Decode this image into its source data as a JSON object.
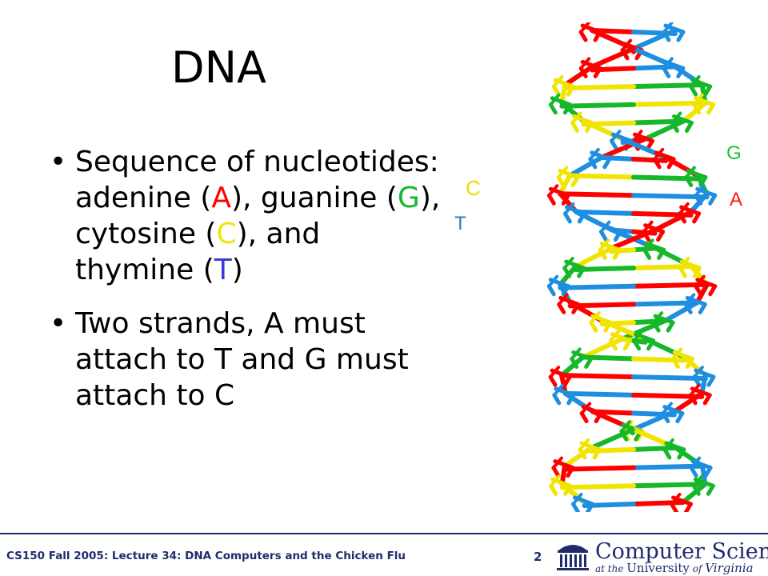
{
  "slide": {
    "title": "DNA",
    "bullet_char": "•",
    "bullet1": {
      "t1": "Sequence of nucleotides: adenine (",
      "a": "A",
      "t2": "), guanine (",
      "g": "G",
      "t3": "), cytosine (",
      "c": "C",
      "t4": "), and thymine (",
      "t": "T",
      "t5": ")"
    },
    "bullet2": "Two strands, A must attach to T and G must attach to C"
  },
  "figure": {
    "labels": {
      "g": "G",
      "c": "C",
      "a": "A",
      "t": "T"
    },
    "colors": {
      "adenine": "#ff0000",
      "guanine": "#16b82a",
      "cytosine": "#f0e400",
      "thymine": "#1e8fe0"
    }
  },
  "footer": {
    "course": "CS150 Fall 2005: Lecture 34: DNA Computers and the Chicken Flu",
    "page_number": "2",
    "brand": "Computer Science",
    "brand_sub_at_the": "at the",
    "brand_sub_university": "University",
    "brand_sub_of": "of",
    "brand_sub_virginia": "Virginia"
  }
}
